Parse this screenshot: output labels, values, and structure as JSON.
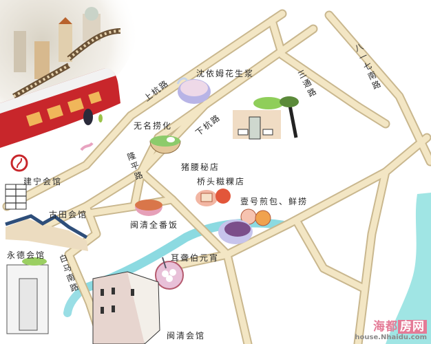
{
  "map": {
    "roads": [
      {
        "name": "上杭路",
        "label": "上杭路"
      },
      {
        "name": "下杭路",
        "label": "下杭路"
      },
      {
        "name": "隆平路",
        "label": "隆平路"
      },
      {
        "name": "三通路",
        "label": "三通路"
      },
      {
        "name": "八一七南路",
        "label": "八一七南路"
      },
      {
        "name": "白马南路",
        "label": "白马南路"
      }
    ],
    "places": [
      {
        "label": "沈依姆花生浆",
        "icon": "peanut-soup-bowl-icon"
      },
      {
        "label": "无名捞化",
        "icon": "noodle-bowl-icon"
      },
      {
        "label": "猪腰秘店",
        "icon": ""
      },
      {
        "label": "桥头糍粿店",
        "icon": "rice-cake-plate-icon"
      },
      {
        "label": "壹号煎包、鲜捞",
        "icon": "fried-buns-icon"
      },
      {
        "label": "闽清全番饭",
        "icon": "rice-bowl-icon"
      },
      {
        "label": "耳聋伯元宵",
        "icon": "tangyuan-bowl-icon"
      },
      {
        "label": "建宁会馆",
        "icon": "guildhall-icon"
      },
      {
        "label": "古田会馆",
        "icon": "guildhall-roof-icon"
      },
      {
        "label": "永德会馆",
        "icon": "gate-icon"
      },
      {
        "label": "闽清会馆",
        "icon": "building-icon"
      }
    ],
    "colors": {
      "road_fill": "#f3e6c4",
      "road_edge": "#c9b78e",
      "river": "#7fd6de",
      "train_red": "#c8262b",
      "watermark": "#e47a96"
    }
  },
  "watermark": {
    "cn_part1": "海都",
    "cn_part2": "房网",
    "url": "house.Nhaidu.com"
  }
}
